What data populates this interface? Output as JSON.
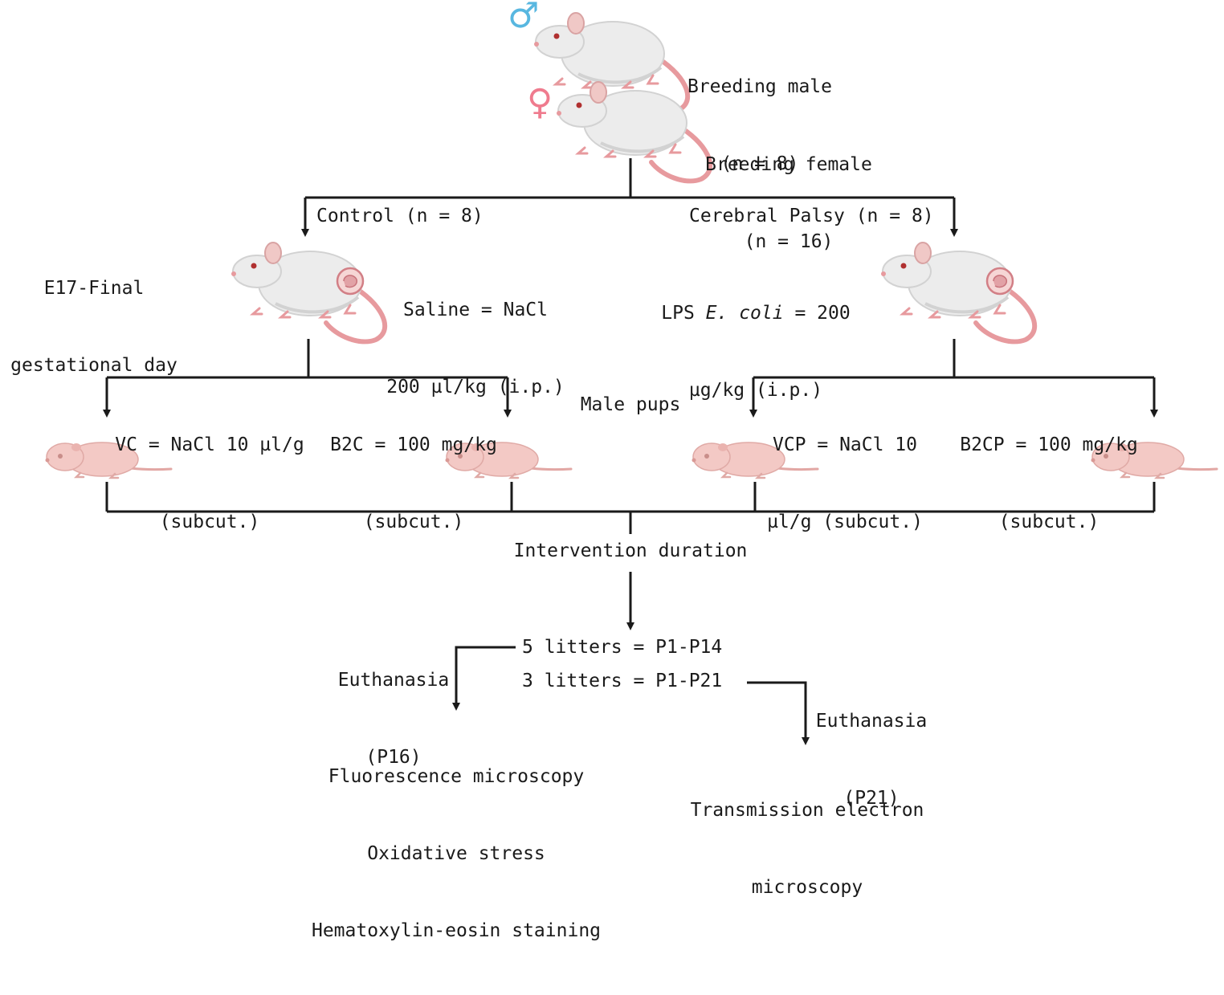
{
  "colors": {
    "line": "#1a1a1a",
    "male_symbol": "#58b7e0",
    "female_symbol": "#ef7b8e",
    "mouse_body": "#ececec",
    "mouse_shadow": "#d2d2d2",
    "mouse_pink": "#e79a9e",
    "pup_body": "#f3c9c5"
  },
  "icons": {
    "male_symbol": "male-symbol-icon",
    "female_symbol": "female-symbol-icon",
    "adult_mouse": "mouse-icon",
    "pregnant_mouse": "pregnant-mouse-icon",
    "pup": "pup-icon"
  },
  "symbols": {
    "male": "♂",
    "female": "♀"
  },
  "breeding": {
    "male_label": "Breeding male",
    "male_n": "(n = 8)",
    "female_label": "Breeding female",
    "female_n": "(n = 16)"
  },
  "timing": {
    "line1": "E17-Final",
    "line2": "gestational day"
  },
  "control": {
    "label": "Control (n = 8)",
    "dose_line1": "Saline = NaCl",
    "dose_line2": "200 µl/kg (i.p.)"
  },
  "cp": {
    "label": "Cerebral Palsy (n = 8)",
    "dose_prefix": "LPS ",
    "dose_italic": "E. coli",
    "dose_suffix": " = 200",
    "dose_line2": "µg/kg (i.p.)"
  },
  "groups": {
    "vc_line1": "VC = NaCl 10 µl/g",
    "vc_line2": "(subcut.)",
    "b2c_line1": "B2C = 100 mg/kg",
    "b2c_line2": "(subcut.)",
    "vcp_line1": "VCP = NaCl 10",
    "vcp_line2": "µl/g (subcut.)",
    "b2cp_line1": "B2CP = 100 mg/kg",
    "b2cp_line2": "(subcut.)"
  },
  "male_pups": "Male pups",
  "intervention": "Intervention duration",
  "litters": {
    "five": "5 litters = P1-P14",
    "three": "3 litters = P1-P21"
  },
  "euth_p16": {
    "line1": "Euthanasia",
    "line2": "(P16)"
  },
  "euth_p21": {
    "line1": "Euthanasia",
    "line2": "(P21)"
  },
  "analyses_p16": [
    "Fluorescence microscopy",
    "Oxidative stress",
    "Hematoxylin-eosin staining"
  ],
  "analyses_p21": [
    "Transmission electron",
    "microscopy"
  ]
}
